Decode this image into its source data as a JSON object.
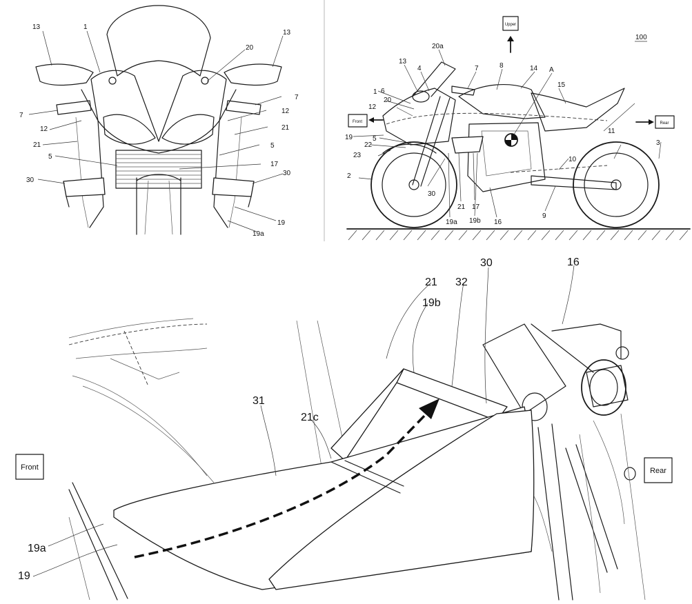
{
  "front_view": {
    "labels": [
      "13",
      "1",
      "20",
      "13",
      "7",
      "7",
      "12",
      "12",
      "21",
      "21",
      "5",
      "5",
      "17",
      "30",
      "30",
      "19",
      "19a"
    ]
  },
  "side_view": {
    "title_number": "100",
    "direction_boxes": {
      "upper": "Upper",
      "front": "Front",
      "rear": "Rear"
    },
    "labels": [
      "20a",
      "13",
      "4",
      "7",
      "8",
      "14",
      "A",
      "15",
      "1",
      "6",
      "20",
      "12",
      "19",
      "5",
      "22",
      "23",
      "11",
      "3",
      "10",
      "2",
      "30",
      "21",
      "17",
      "19a",
      "19b",
      "16",
      "9"
    ]
  },
  "detail_view": {
    "direction_boxes": {
      "front": "Front",
      "rear": "Rear"
    },
    "labels": [
      "30",
      "16",
      "21",
      "19b",
      "32",
      "31",
      "21c",
      "19a",
      "19"
    ]
  }
}
